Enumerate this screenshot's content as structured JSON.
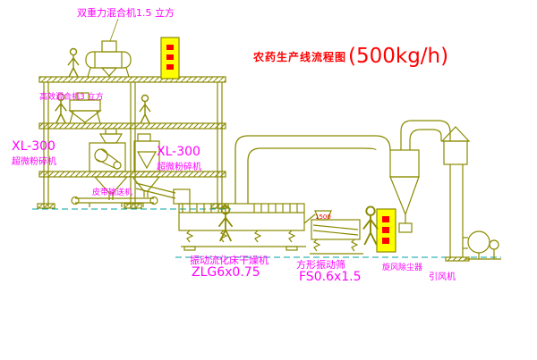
{
  "title": {
    "main": "农药生产线流程图",
    "capacity": "(500kg/h)"
  },
  "labels": {
    "double_gravity_mixer": "双重力混合机1.5 立方",
    "high_efficiency_mixer": "高效混合机3 立方",
    "left_crusher_model": "XL-300",
    "left_crusher_name": "超微粉碎机",
    "center_crusher_model": "XL-300",
    "center_crusher_name": "超微粉碎机",
    "belt_conveyor": "皮带输送机",
    "dryer_name": "振动流化床干燥机",
    "dryer_model": "ZLG6x0.75",
    "screen_name": "方形振动筛",
    "screen_model": "FS0.6x1.5",
    "cyclone": "旋风除尘器",
    "fan": "引风机",
    "screen_dimension": "1500"
  },
  "colors": {
    "background": "#ffffff",
    "line": "#8a8a00",
    "label_magenta": "#ff00ff",
    "title_red": "#ff0000",
    "panel_fill": "#ffff00",
    "ground_dash": "#00a0a0"
  }
}
